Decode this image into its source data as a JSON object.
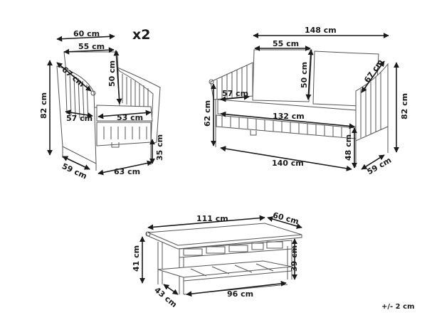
{
  "armchair": {
    "quantity": "x2",
    "width_total": "60 cm",
    "back_cushion_width": "55 cm",
    "back_cushion_height": "50 cm",
    "armrest_length": "67 cm",
    "height_total": "82 cm",
    "seat_depth": "57 cm",
    "seat_width": "53 cm",
    "seat_height": "35 cm",
    "depth_total": "59 cm",
    "base_width": "63 cm"
  },
  "sofa": {
    "width_total": "148 cm",
    "back_cushion_width": "55 cm",
    "back_cushion_height": "50 cm",
    "armrest_length": "67 cm",
    "seat_depth": "57 cm",
    "arm_height": "62 cm",
    "height_total": "82 cm",
    "seat_width": "132 cm",
    "seat_height": "48 cm",
    "base_width": "140 cm",
    "depth_total": "59 cm"
  },
  "coffee_table": {
    "top_length": "111 cm",
    "top_width": "60 cm",
    "height_total": "41 cm",
    "shelf_height": "39 cm",
    "base_depth": "43 cm",
    "base_length": "96 cm"
  },
  "tolerance": "+/- 2 cm"
}
